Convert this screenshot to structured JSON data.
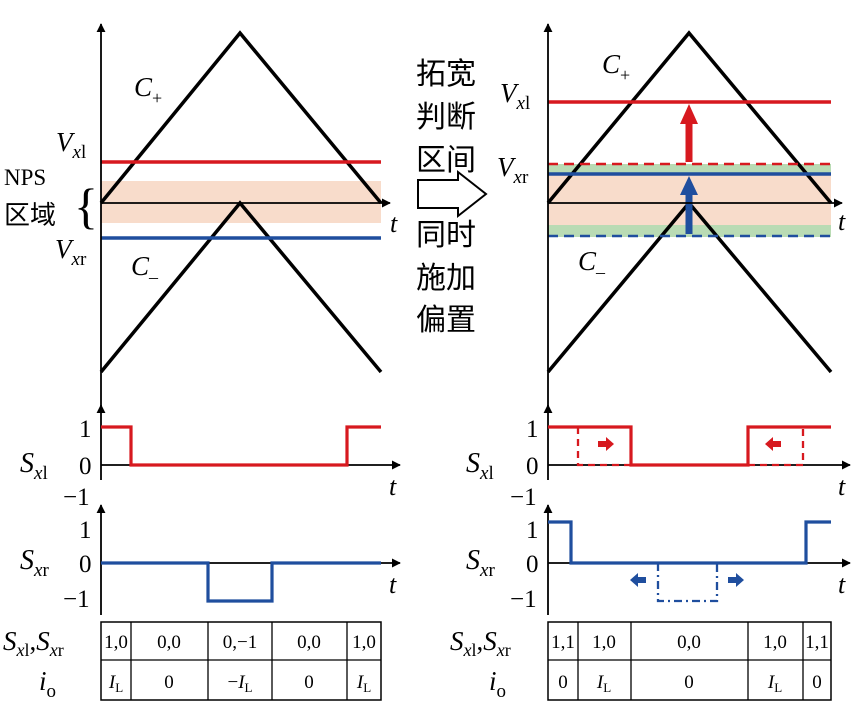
{
  "colors": {
    "red": "#d7191f",
    "blue": "#1f4e9e",
    "black": "#000000",
    "nps_band": "#f8dccb",
    "widened_band": "#b9dbb4"
  },
  "symbols": {
    "t": "t",
    "v": "V",
    "x": "x",
    "sub_l": "l",
    "sub_r": "r",
    "c": "C",
    "plus": "+",
    "minus": "–",
    "s": "S",
    "i": "i",
    "sub_o": "o",
    "sub_L": "L",
    "comma": ","
  },
  "left": {
    "nps_line1": "NPS",
    "nps_line2": "区域",
    "brace": "{",
    "tick_1": "1",
    "tick_0": "0",
    "tick_neg1": "−1",
    "table": {
      "top": [
        "1,0",
        "0,0",
        "0,−1",
        "0,0",
        "1,0"
      ],
      "bottom": [
        "",
        "0",
        "−",
        "0",
        ""
      ]
    }
  },
  "middle": {
    "lines_top": [
      "拓宽",
      "判断",
      "区间"
    ],
    "lines_bottom": [
      "同时",
      "施加",
      "偏置"
    ]
  },
  "right": {
    "tick_1": "1",
    "tick_0": "0",
    "tick_neg1": "−1",
    "table": {
      "top": [
        "1,1",
        "1,0",
        "0,0",
        "1,0",
        "1,1"
      ],
      "bottom": [
        "0",
        "",
        "0",
        "",
        "0"
      ]
    }
  }
}
